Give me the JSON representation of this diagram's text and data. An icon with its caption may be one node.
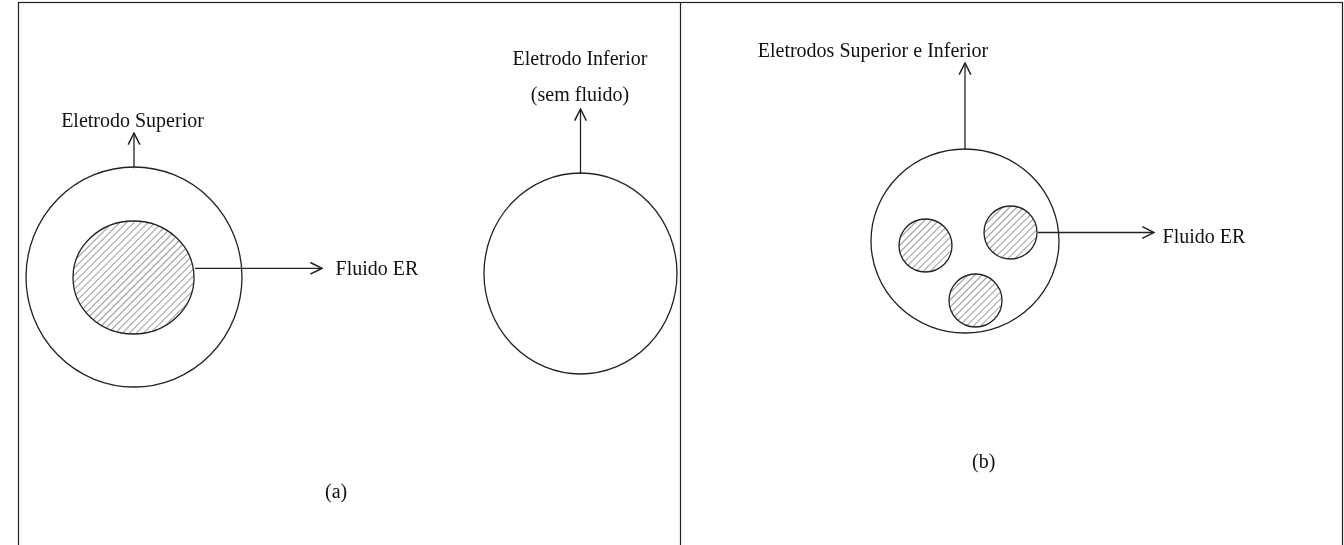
{
  "diagram": {
    "nodes": [
      {
        "text": [
          "Eletrodo Superior"
        ]
      },
      {
        "text": [],
        "shape": "circle"
      },
      {
        "text": [],
        "shape": "circle",
        "in": 1
      },
      {
        "text": [
          "Fluido ER"
        ]
      },
      {
        "text": [
          "Eletrodo Inferior (sem fluido)"
        ]
      },
      {
        "text": [],
        "shape": "circle"
      },
      {
        "text": [
          "Eletrodos Superior e Inferior"
        ]
      },
      {
        "text": [],
        "shape": "circle"
      },
      {
        "text": [],
        "shape": "circle",
        "in": 7
      },
      {
        "text": [],
        "shape": "circle",
        "in": 7
      },
      {
        "text": [],
        "shape": "circle",
        "in": 7
      },
      {
        "text": [
          "Fluido ER"
        ]
      }
    ],
    "edges": [
      {
        "from": 1,
        "to": 0,
        "arrow": "to"
      },
      {
        "from": 2,
        "to": 3,
        "arrow": "to"
      },
      {
        "from": 5,
        "to": 4,
        "arrow": "to"
      },
      {
        "from": 7,
        "to": 6,
        "arrow": "to"
      },
      {
        "from": 9,
        "to": 11,
        "arrow": "to"
      }
    ],
    "labels": [
      "(a)",
      "(b)"
    ]
  }
}
